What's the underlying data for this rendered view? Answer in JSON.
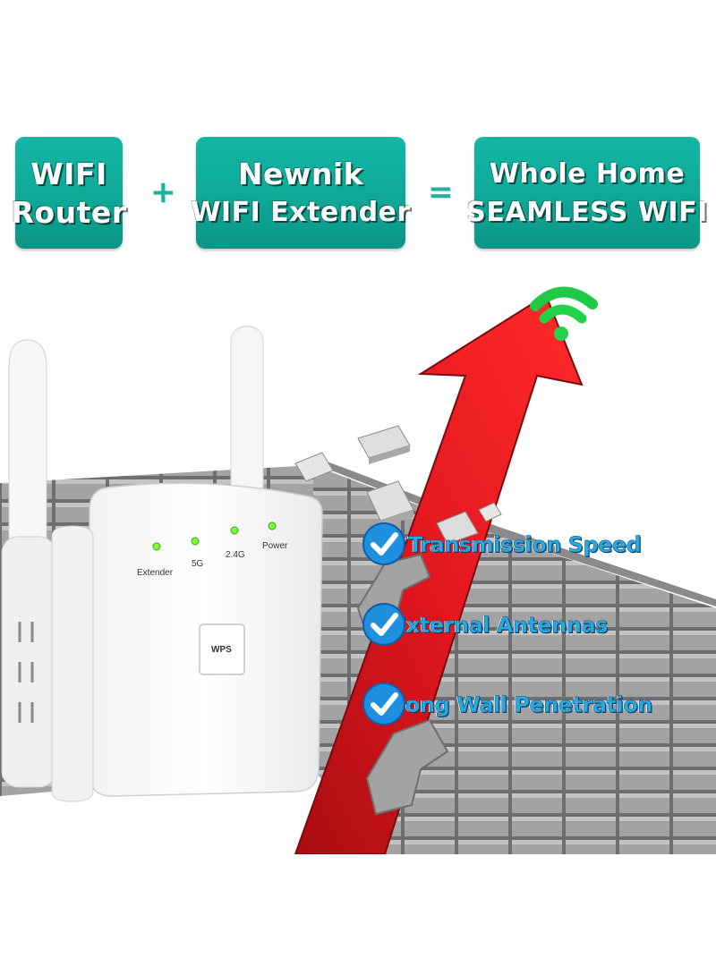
{
  "header": {
    "box1": {
      "line1": "WIFI",
      "line2": "Router"
    },
    "plus": "+",
    "box2": {
      "line1": "Newnik",
      "line2": "WIFI Extender"
    },
    "equals": "=",
    "box3": {
      "line1": "Whole Home",
      "line2": "SEAMLESS WIFI"
    },
    "box_color": "#12b7a5"
  },
  "device": {
    "leds": [
      "Extender",
      "5G",
      "2.4G",
      "Power"
    ],
    "led_color": "#7dff3a",
    "button": "WPS"
  },
  "features": [
    {
      "icon": "checkmark-icon",
      "text": "4X Transmission Speed"
    },
    {
      "icon": "checkmark-icon",
      "text": "4 External Antennas"
    },
    {
      "icon": "checkmark-icon",
      "text": "Strong Wall Penetration"
    }
  ],
  "colors": {
    "arrow": "#e3181e",
    "wifi_signal": "#22d34a",
    "wall": "#9a9a9a",
    "feature_text": "#2aa8e0"
  }
}
